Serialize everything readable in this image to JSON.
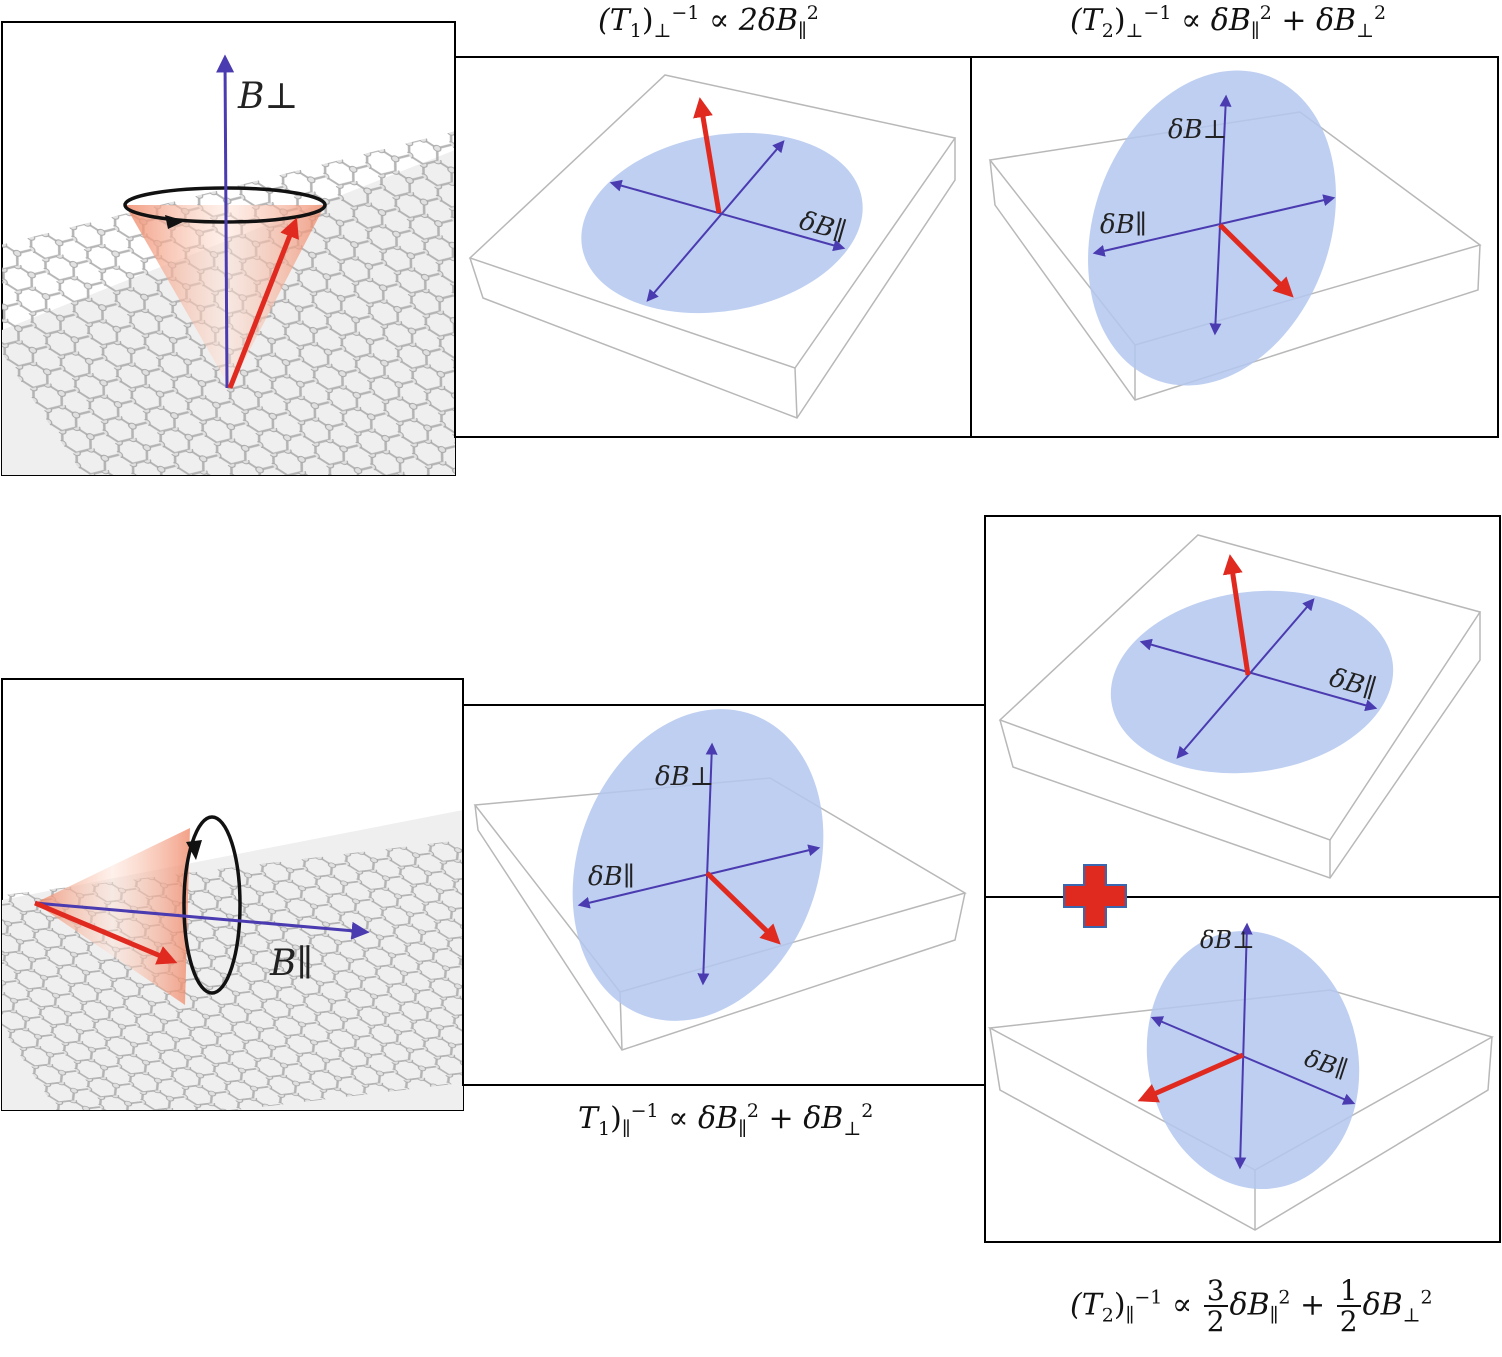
{
  "formulas": {
    "t1_perp": {
      "lhs": "(T",
      "sub1": "1",
      "close": ")",
      "sub2": "⊥",
      "sup": "−1",
      "rel": " ∝ 2δB",
      "sub3": "∥",
      "sup3": "2"
    },
    "t2_perp": {
      "lhs": "(T",
      "sub1": "2",
      "close": ")",
      "sub2": "⊥",
      "sup": "−1",
      "rel": " ∝ δB",
      "sub3": "∥",
      "sup3": "2",
      "plus": " + δB",
      "sub4": "⊥",
      "sup4": "2"
    },
    "t1_par": {
      "lhs": "T",
      "sub1": "1",
      "close": ")",
      "sub2": "∥",
      "sup": "−1",
      "rel": " ∝ δB",
      "sub3": "∥",
      "sup3": "2",
      "plus": " + δB",
      "sub4": "⊥",
      "sup4": "2"
    },
    "t2_par": {
      "lhs": "(T",
      "sub1": "2",
      "close": ")",
      "sub2": "∥",
      "sup": "−1",
      "rel": " ∝ ",
      "num1": "3",
      "den1": "2",
      "b1": "δB",
      "sub3": "∥",
      "sup3": "2",
      "plus": " + ",
      "num2": "1",
      "den2": "2",
      "b2": "δB",
      "sub4": "⊥",
      "sup4": "2"
    }
  },
  "labels": {
    "b_perp": "B⊥",
    "b_par": "B∥",
    "db_perp": "δB⊥",
    "db_par": "δB∥"
  },
  "colors": {
    "disk": "#b3c7ee",
    "axis": "#4b3bb0",
    "spin_arrow": "#e02a20",
    "cone": "#f2a58a",
    "plus": "#e02a20",
    "plus_outline": "#3a66b0",
    "box_edge": "#b8b8b8"
  }
}
